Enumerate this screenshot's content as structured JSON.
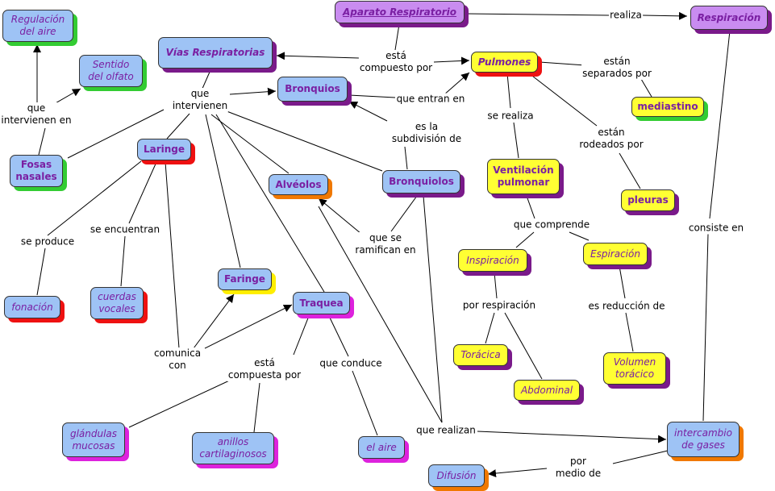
{
  "nodes": {
    "aparato": "Aparato Respiratorio",
    "respiracion": "Respiración",
    "vias": "Vías Respiratorias",
    "pulmones": "Pulmones",
    "bronquios": "Bronquios",
    "mediastino": "mediastino",
    "regulacion": [
      "Regulación",
      "del aire"
    ],
    "sentido": [
      "Sentido",
      "del olfato"
    ],
    "fosas": [
      "Fosas",
      "nasales"
    ],
    "laringe": "Laringe",
    "alveolos": "Alvéolos",
    "bronquiolos": "Bronquiolos",
    "ventilacion": [
      "Ventilación",
      "pulmonar"
    ],
    "pleuras": "pleuras",
    "faringe": "Faringe",
    "traquea": "Traquea",
    "fonacion": "fonación",
    "cuerdas": [
      "cuerdas",
      "vocales"
    ],
    "inspiracion": "Inspiración",
    "espiracion": "Espiración",
    "toracica": "Torácica",
    "abdominal": "Abdominal",
    "volumen": [
      "Volumen",
      "torácico"
    ],
    "glandulas": [
      "glándulas",
      "mucosas"
    ],
    "anillos": [
      "anillos",
      "cartilaginosos"
    ],
    "aire": "el aire",
    "intercambio": [
      "intercambio",
      "de gases"
    ],
    "difusion": "Difusión"
  },
  "links": {
    "realiza": "realiza",
    "esta_compuesto": [
      "está",
      "compuesto por"
    ],
    "estan_separados": [
      "están",
      "separados por"
    ],
    "que_intervienen": [
      "que",
      "intervienen"
    ],
    "que_intervienen_en": [
      "que",
      "intervienen en"
    ],
    "que_entran_en": "que entran en",
    "se_realiza": "se realiza",
    "es_subdivision": [
      "es la",
      "subdivisión de"
    ],
    "estan_rodeados": [
      "están",
      "rodeados por"
    ],
    "consiste_en": "consiste en",
    "se_produce": "se produce",
    "se_encuentran": "se encuentran",
    "que_ramifican": [
      "que se",
      "ramifican en"
    ],
    "que_comprende": "que comprende",
    "por_respiracion": "por respiración",
    "es_reduccion": "es reducción de",
    "comunica_con": [
      "comunica",
      "con"
    ],
    "esta_compuesta": [
      "está",
      "compuesta por"
    ],
    "que_conduce": "que conduce",
    "que_realizan": "que realizan",
    "por_medio": [
      "por",
      "medio de"
    ]
  }
}
